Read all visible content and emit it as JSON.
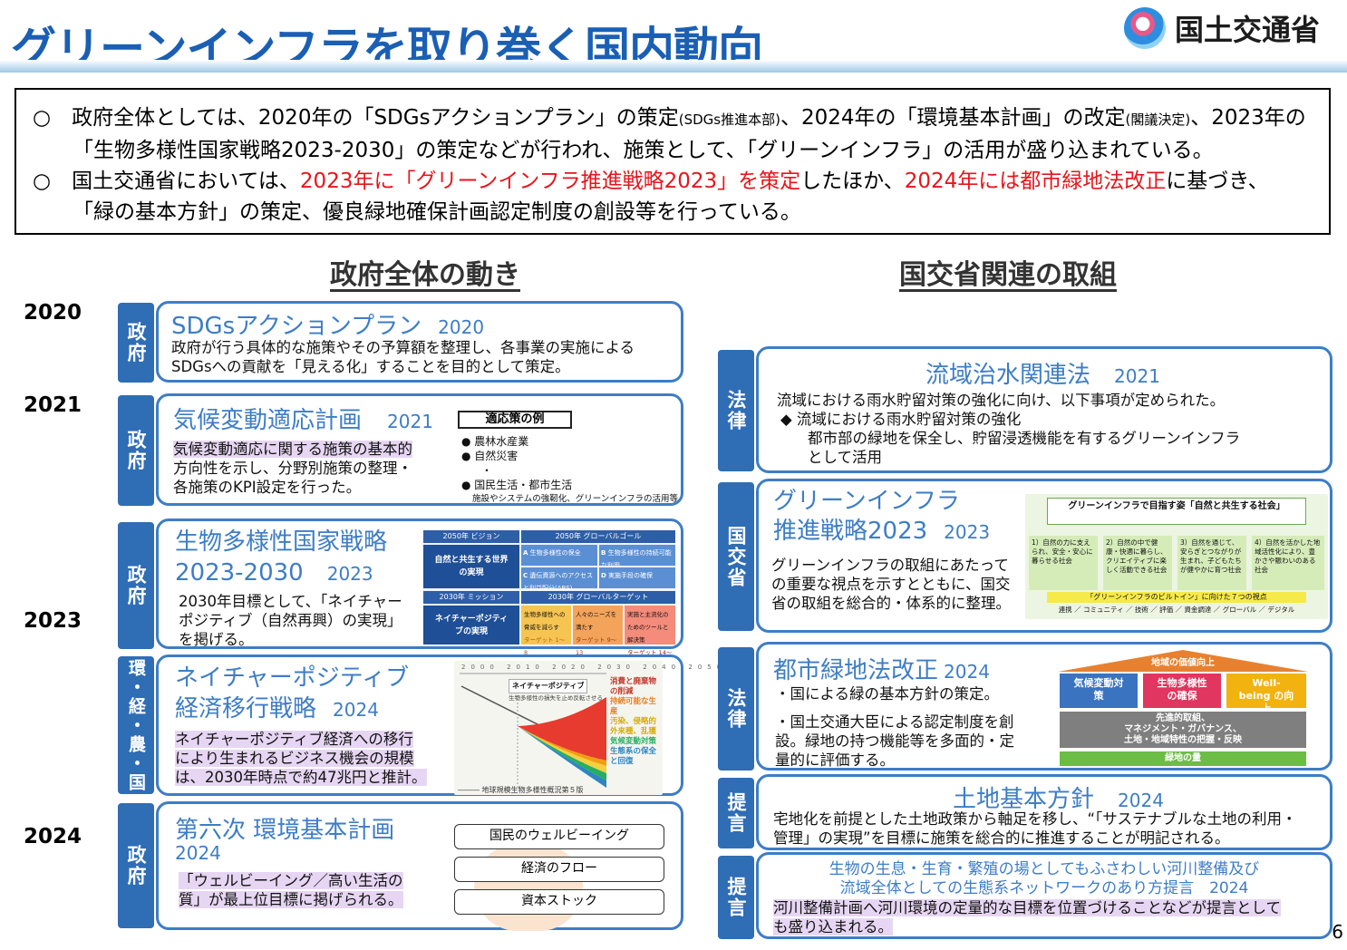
{
  "header": {
    "title": "グリーンインフラを取り巻く国内動向",
    "ministry": "国土交通省"
  },
  "summary": {
    "line1_a": "○　政府全体としては、2020年の「SDGsアクションプラン」の策定",
    "line1_small1": "(SDGs推進本部)",
    "line1_b": "、2024年の「環境基本計画」の改定",
    "line1_small2": "(閣議決定)",
    "line1_c": "、2023年の",
    "line2": "「生物多様性国家戦略2023-2030」の策定などが行われ、施策として、「グリーンインフラ」の活用が盛り込まれている。",
    "line3_a": "○　国土交通省においては、",
    "line3_red1": "2023年に「グリーンインフラ推進戦略2023」を策定",
    "line3_b": "したほか、",
    "line3_red2": "2024年には都市緑地法改正",
    "line3_c": "に基づき、",
    "line4": "「緑の基本方針」の策定、優良緑地確保計画認定制度の創設等を行っている。"
  },
  "left_heading": "政府全体の動き",
  "right_heading": "国交省関連の取組",
  "years": [
    "2020",
    "2021",
    "2023",
    "2024"
  ],
  "left_cards": [
    {
      "tag": "政府",
      "title": "SDGsアクションプラン",
      "year": "2020",
      "body": [
        "政府が行う具体的な施策やその予算額を整理し、各事業の実施による",
        "SDGsへの貢献を「見える化」することを目的として策定。"
      ]
    },
    {
      "tag": "政府",
      "title": "気候変動適応計画",
      "year": "2021",
      "body": [
        "気候変動適応に関する施策の基本的",
        "方向性を示し、分野別施策の整理・",
        "各施策のKPI設定を行った。"
      ],
      "panel_title": "適応策の例",
      "panel_items": [
        "農林水産業",
        "自然災害",
        "・",
        "国民生活・都市生活"
      ],
      "panel_note": "施設やシステムの強靭化、グリーンインフラの活用等"
    },
    {
      "tag": "政府",
      "title": "生物多様性国家戦略",
      "title2": "2023-2030",
      "year": "2023",
      "body": [
        "2030年目標として、「ネイチャー",
        "ポジティブ（自然再興）の実現」",
        "を掲げる。"
      ],
      "panel": {
        "h1": "2050年 ビジョン",
        "h2": "2050年 グローバルゴール",
        "vision": "自然と共生する世界の実現",
        "goals": [
          "A",
          "B",
          "C",
          "D"
        ],
        "goal_texts": [
          "生物多様性の保全",
          "生物多様性の持続可能な利用",
          "遺伝資源へのアクセスと利益配分(ABS)",
          "実施手段の確保"
        ],
        "h3": "2030年 ミッション",
        "h4": "2030年 グローバルターゲット",
        "mission": "ネイチャーポジティブの実現",
        "targets": [
          "生物多様性への脅威を減らす",
          "人々のニーズを満たす",
          "実施と主流化のためのツールと解決策"
        ],
        "target_labels": [
          "ターゲット 1〜8",
          "ターゲット 9〜13",
          "ターゲット 14〜23"
        ]
      }
    },
    {
      "tag": "環・経・農・国",
      "title": "ネイチャーポジティブ",
      "title2": "経済移行戦略",
      "year": "2024",
      "body": [
        "ネイチャーポジティブ経済への移行",
        "により生まれるビジネス機会の規模",
        "は、2030年時点で約47兆円と推計。"
      ],
      "figure_years": [
        "2000",
        "2010",
        "2020",
        "2030",
        "2040",
        "2050"
      ],
      "figure_label": "ネイチャーポジティブ",
      "figure_sub": "生物多様性の損失を止め反転させる",
      "figure_right": [
        "消費と廃棄物の削減",
        "持続可能な生産",
        "汚染、侵略的外来種、乱獲",
        "気候変動対策",
        "生態系の保全と回復"
      ],
      "figure_caption": "――― 地球規模生物多様性概況第５版"
    },
    {
      "tag": "政府",
      "title": "第六次 環境基本計画",
      "year": "2024",
      "body": [
        "「ウェルビーイング／高い生活の",
        "質」が最上位目標に掲げられる。"
      ],
      "stack": [
        "国民のウェルビーイング",
        "経済のフロー",
        "資本ストック"
      ]
    }
  ],
  "right_cards": [
    {
      "tag": "法律",
      "title": "流域治水関連法",
      "year": "2021",
      "body": [
        "流域における雨水貯留対策の強化に向け、以下事項が定められた。",
        "◆ 流域における雨水貯留対策の強化",
        "都市部の緑地を保全し、貯留浸透機能を有するグリーンインフラ",
        "として活用"
      ]
    },
    {
      "tag": "国交省",
      "title": "グリーンインフラ",
      "title2": "推進戦略2023",
      "year": "2023",
      "body": [
        "グリーンインフラの取組にあたって",
        "の重要な視点を示すとともに、国交",
        "省の取組を総合的・体系的に整理。"
      ],
      "panel": {
        "top": "グリーンインフラで目指す姿「自然と共生する社会」",
        "cols": [
          "1）自然の力に支えられ、安全・安心に暮らせる社会",
          "2）自然の中で健康・快適に暮らし、クリエイティブに楽しく活動できる社会",
          "3）自然を通じて、安らぎとつながりが生まれ、子どもたちが健やかに育つ社会",
          "4）自然を活かした地域活性化により、豊かさや賑わいのある社会"
        ],
        "bar": "「グリーンインフラのビルトイン」に向けた７つの視点",
        "bar2": "連携 ／ コミュニティ ／ 技術 ／ 評価 ／ 資金調達 ／ グローバル ／ デジタル"
      }
    },
    {
      "tag": "法律",
      "title": "都市緑地法改正",
      "year": "2024",
      "body": [
        "・国による緑の基本方針の策定。",
        "",
        "・国土交通大臣による認定制度を創",
        "設。緑地の持つ機能等を多面的・定",
        "量的に評価する。"
      ],
      "house": {
        "roof": "地域の価値向上",
        "boxes": [
          "気候変動対策",
          "生物多様性の確保",
          "Well-being の向上"
        ],
        "mid": [
          "先進的取組、",
          "マネジメント・ガバナンス、",
          "土地・地域特性の把握・反映"
        ],
        "base": "緑地の量"
      }
    },
    {
      "tag": "提言",
      "title": "土地基本方針",
      "year": "2024",
      "body": [
        "宅地化を前提とした土地政策から軸足を移し、“「サステナブルな土地の利用・",
        "管理」の実現”を目標に施策を総合的に推進することが明記される。"
      ]
    },
    {
      "tag": "提言",
      "title_lines": [
        "生物の生息・生育・繁殖の場としてもふさわしい河川整備及び",
        "流域全体としての生態系ネットワークのあり方提言　2024"
      ],
      "body": [
        "河川整備計画へ河川環境の定量的な目標を位置づけることなどが提言として",
        "も盛り込まれる。"
      ]
    }
  ],
  "page_number": "6",
  "colors": {
    "title_blue": "#1a5fb4",
    "card_blue": "#3d7dc6",
    "tag_blue": "#2f6db5",
    "highlight_red": "#e8141b",
    "highlight_purple": "#e7d6f3"
  }
}
